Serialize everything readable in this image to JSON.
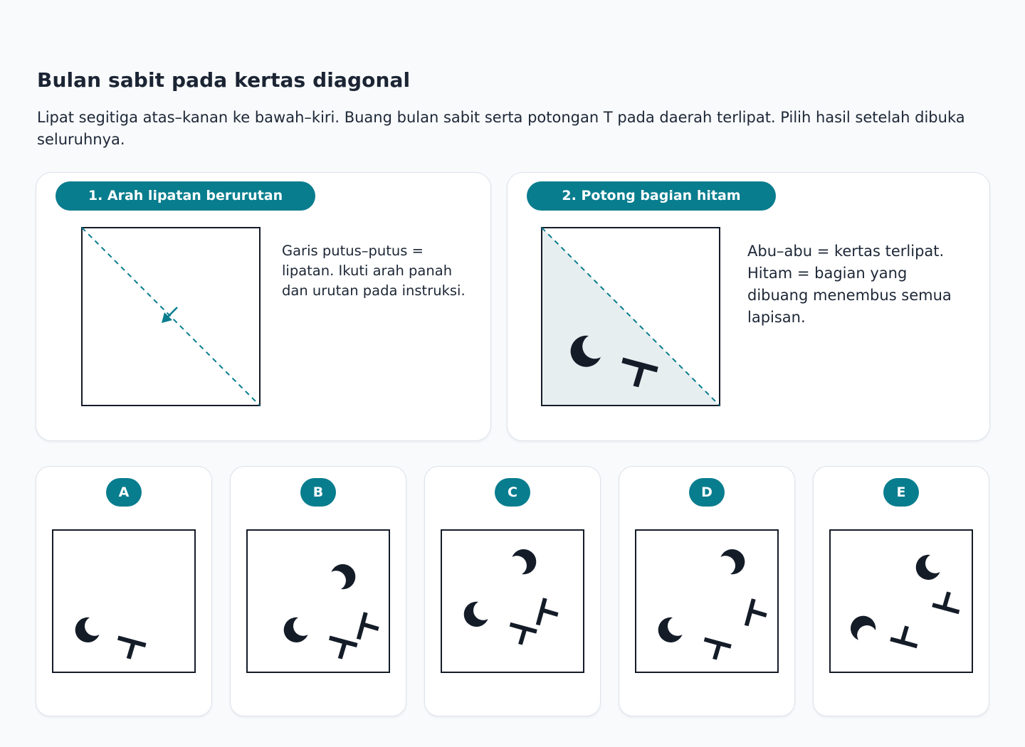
{
  "title": "Bulan sabit pada kertas diagonal",
  "instructions": "Lipat segitiga atas–kanan ke bawah–kiri. Buang bulan sabit serta potongan T pada daerah terlipat. Pilih hasil setelah dibuka seluruhnya.",
  "step1": {
    "label": "1. Arah lipatan berurutan",
    "note": "Garis putus–putus = lipatan. Ikuti arah panah dan urutan pada instruksi."
  },
  "step2": {
    "label": "2. Potong bagian hitam",
    "note": "Abu–abu = kertas terlipat. Hitam = bagian yang dibuang menembus semua lapisan."
  },
  "options": [
    {
      "letter": "A"
    },
    {
      "letter": "B"
    },
    {
      "letter": "C"
    },
    {
      "letter": "D"
    },
    {
      "letter": "E"
    }
  ],
  "colors": {
    "accent": "#087d8e",
    "ink": "#141c28",
    "folded_paper": "#e7eef0",
    "outline": "#141c28"
  }
}
